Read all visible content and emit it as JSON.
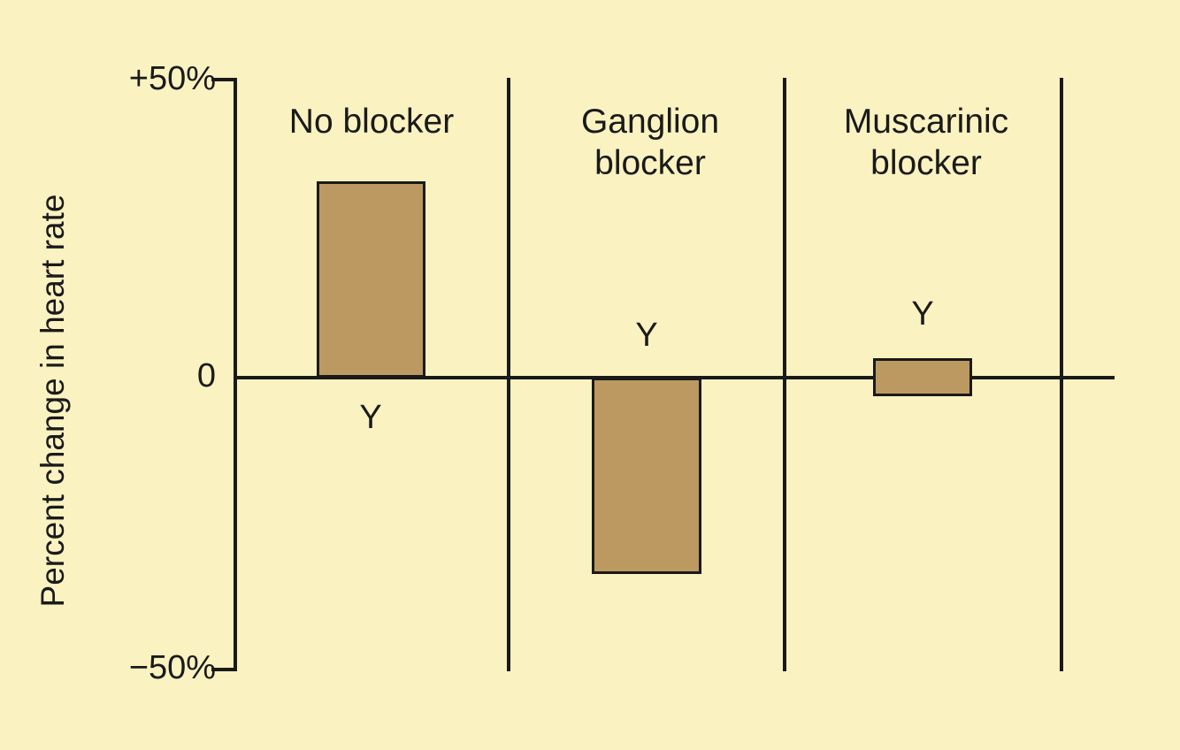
{
  "chart_data": {
    "type": "bar",
    "title": "",
    "xlabel": "",
    "ylabel": "Percent change in heart rate",
    "ylim": [
      -50,
      50
    ],
    "ytick_labels": [
      "+50%",
      "0",
      "−50%"
    ],
    "ytick_values": [
      50,
      0,
      -50
    ],
    "grid": false,
    "legend": "none",
    "categories": [
      "No blocker",
      "Ganglion blocker",
      "Muscarinic blocker"
    ],
    "values": [
      32,
      -33,
      3
    ],
    "bars": [
      {
        "category": "No blocker",
        "title_lines": "No blocker",
        "value": 32,
        "value_low": 0,
        "value_high": 32,
        "annotation": "Y",
        "annotation_position": "below-zero"
      },
      {
        "category": "Ganglion blocker",
        "title_lines": "Ganglion\nblocker",
        "value": -33,
        "value_low": -33,
        "value_high": 0,
        "annotation": "Y",
        "annotation_position": "above-zero"
      },
      {
        "category": "Muscarinic blocker",
        "title_lines": "Muscarinic\nblocker",
        "value": 3,
        "value_low": -3,
        "value_high": 3,
        "annotation": "Y",
        "annotation_position": "above-bar"
      }
    ],
    "colors": {
      "background": "#faf2c0",
      "bar_fill": "#bc9961",
      "bar_stroke": "#1a1a1a",
      "axis": "#1a1a1a",
      "text": "#1a1a1a"
    }
  }
}
